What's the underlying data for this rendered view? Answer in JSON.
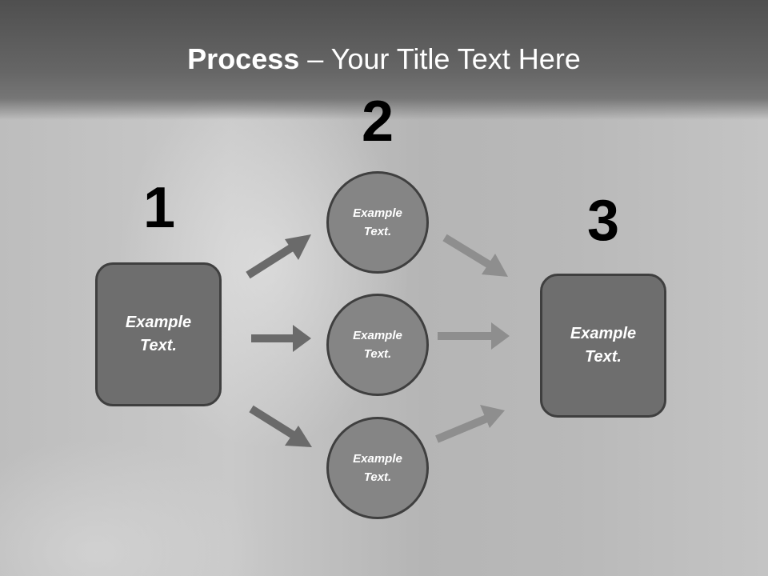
{
  "title": {
    "bold": "Process",
    "dash": " – ",
    "rest": "Your Title Text Here"
  },
  "steps": [
    {
      "number": "1",
      "text_line1": "Example",
      "text_line2": "Text."
    },
    {
      "number": "2"
    },
    {
      "number": "3",
      "text_line1": "Example",
      "text_line2": "Text."
    }
  ],
  "circles": [
    {
      "text_line1": "Example",
      "text_line2": "Text."
    },
    {
      "text_line1": "Example",
      "text_line2": "Text."
    },
    {
      "text_line1": "Example",
      "text_line2": "Text."
    }
  ],
  "colors": {
    "box_fill": "#6e6e6e",
    "circle_fill": "#858585",
    "outline": "#3f3f3f",
    "left_arrows": "#6a6a6a",
    "right_arrows": "#8e8e8e"
  }
}
